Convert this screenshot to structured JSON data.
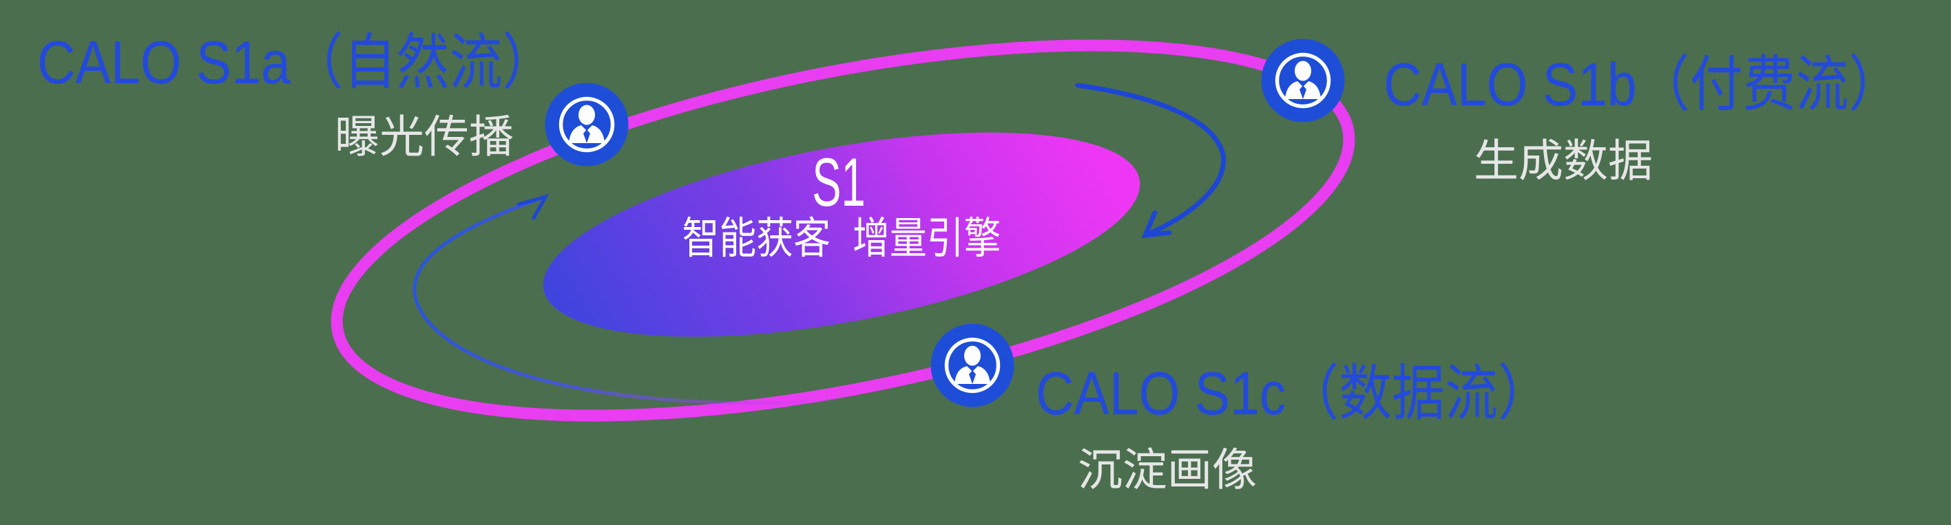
{
  "diagram": {
    "core": {
      "title": "S1",
      "subtitle": "智能获客 增量引擎"
    },
    "nodes": [
      {
        "id": "s1a",
        "title": "CALO S1a（自然流）",
        "subtitle": "曝光传播"
      },
      {
        "id": "s1b",
        "title": "CALO S1b（付费流）",
        "subtitle": "生成数据"
      },
      {
        "id": "s1c",
        "title": "CALO S1c（数据流）",
        "subtitle": "沉淀画像"
      }
    ],
    "icons": [
      {
        "name": "user-icon-s1a"
      },
      {
        "name": "user-icon-s1b"
      },
      {
        "name": "user-icon-s1c"
      }
    ],
    "colors": {
      "background": "#4b6e4f",
      "label_blue": "#234adb",
      "subtitle_gray": "#e6e6e6",
      "orbit_pink": "#e93df1",
      "icon_blue": "#1e4ed8",
      "icon_glyph_white": "#ffffff",
      "arrow_blue": "#1d46d6",
      "core_gradient": [
        "#3c45de",
        "#7e3ce6",
        "#c636ef",
        "#ee37f5"
      ],
      "left_arrow_fade": [
        "rgba(190,60,240,0)",
        "rgba(150,70,235,0.45)",
        "rgba(70,85,225,0.9)",
        "#2b55dc"
      ]
    }
  }
}
